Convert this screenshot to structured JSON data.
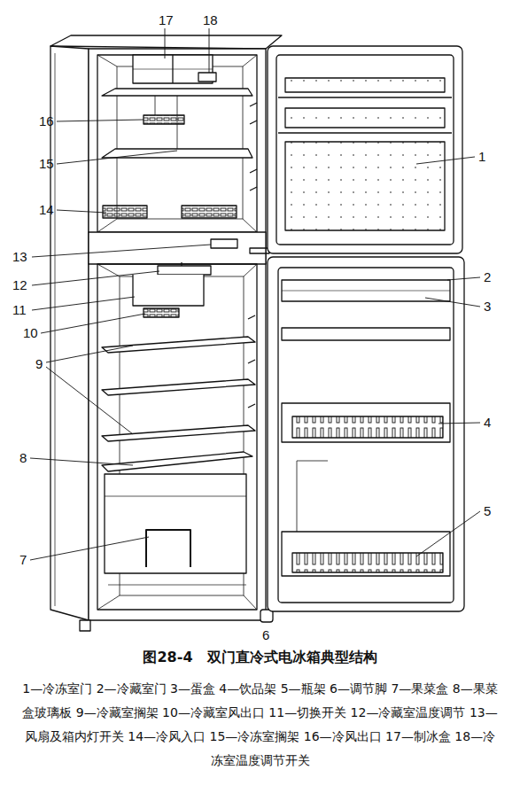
{
  "diagram": {
    "title": "图28-4　双门直冷式电冰箱典型结构",
    "caption": "1—冷冻室门 2—冷藏室门 3—蛋盒 4—饮品架 5—瓶架 6—调节脚 7—果菜盒 8—果菜盒玻璃板 9—冷藏室搁架 10—冷藏室风出口 11—切换开关 12—冷藏室温度调节 13—风扇及箱内灯开关 14—冷风入口 15—冷冻室搁架 16—冷风出口 17—制冰盒 18—冷冻室温度调节开关",
    "labels": [
      "17",
      "18",
      "16",
      "15",
      "14",
      "13",
      "12",
      "11",
      "10",
      "9",
      "8",
      "7",
      "1",
      "2",
      "3",
      "4",
      "5",
      "6"
    ]
  }
}
